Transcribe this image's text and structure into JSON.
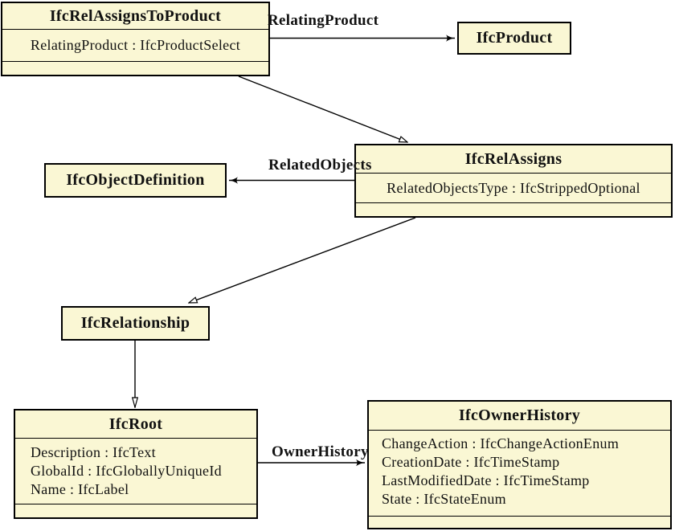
{
  "diagram": {
    "type": "uml-class-diagram",
    "colors": {
      "background": "#FFFFFF",
      "box_fill": "#FAF7D4",
      "box_border": "#000000",
      "line": "#000000",
      "text": "#111111"
    },
    "classes": [
      {
        "name": "IfcRelAssignsToProduct",
        "attributes": [
          "RelatingProduct : IfcProductSelect"
        ]
      },
      {
        "name": "IfcProduct",
        "attributes": []
      },
      {
        "name": "IfcRelAssigns",
        "attributes": [
          "RelatedObjectsType : IfcStrippedOptional"
        ]
      },
      {
        "name": "IfcObjectDefinition",
        "attributes": []
      },
      {
        "name": "IfcRelationship",
        "attributes": []
      },
      {
        "name": "IfcRoot",
        "attributes": [
          "Description : IfcText",
          "GlobalId : IfcGloballyUniqueId",
          "Name : IfcLabel"
        ]
      },
      {
        "name": "IfcOwnerHistory",
        "attributes": [
          "ChangeAction : IfcChangeActionEnum",
          "CreationDate : IfcTimeStamp",
          "LastModifiedDate : IfcTimeStamp",
          "State : IfcStateEnum"
        ]
      }
    ],
    "relationships": [
      {
        "label": "RelatingProduct",
        "from": "IfcRelAssignsToProduct",
        "to": "IfcProduct",
        "kind": "association"
      },
      {
        "label": "RelatedObjects",
        "from": "IfcRelAssigns",
        "to": "IfcObjectDefinition",
        "kind": "association"
      },
      {
        "label": "OwnerHistory",
        "from": "IfcRoot",
        "to": "IfcOwnerHistory",
        "kind": "association"
      },
      {
        "label": "",
        "from": "IfcRelAssignsToProduct",
        "to": "IfcRelAssigns",
        "kind": "generalization"
      },
      {
        "label": "",
        "from": "IfcRelAssigns",
        "to": "IfcRelationship",
        "kind": "generalization"
      },
      {
        "label": "",
        "from": "IfcRelationship",
        "to": "IfcRoot",
        "kind": "generalization"
      }
    ]
  }
}
